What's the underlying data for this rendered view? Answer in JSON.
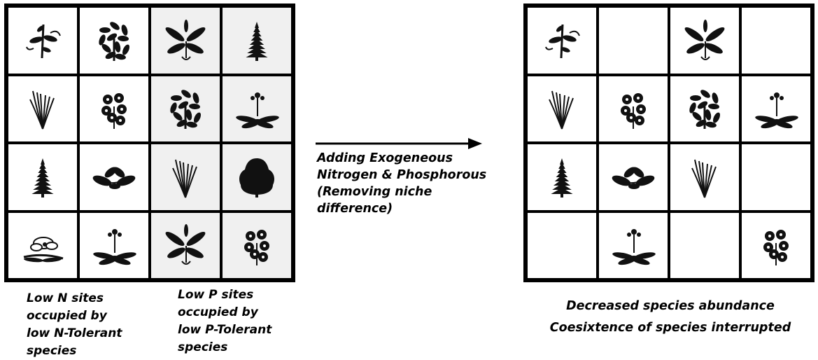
{
  "left_grid": {
    "cells": [
      "sprig",
      "shrub",
      "lily",
      "conifer",
      "grass",
      "flower",
      "shrub",
      "rosette",
      "conifer",
      "leafy",
      "grass",
      "tree",
      "orchid",
      "rosette",
      "lily",
      "flower"
    ],
    "shaded_columns": [
      2,
      3
    ]
  },
  "right_grid": {
    "cells": [
      "sprig",
      "",
      "lily",
      "",
      "grass",
      "flower",
      "shrub",
      "rosette",
      "conifer",
      "leafy",
      "grass",
      "",
      "",
      "rosette",
      "",
      "flower"
    ]
  },
  "captions": {
    "low_n": [
      "Low N sites",
      "occupied by",
      "low N-Tolerant",
      "species"
    ],
    "low_p": [
      "Low P sites",
      "occupied by",
      "low P-Tolerant",
      "species"
    ],
    "middle": [
      "Adding Exogeneous",
      "Nitrogen & Phosphorous",
      "(Removing niche",
      "difference)"
    ],
    "right_line1": "Decreased species abundance",
    "right_line2": "Coesixtence of species interrupted"
  },
  "colors": {
    "plant": "#111111",
    "shade": "#f0f0f0"
  }
}
